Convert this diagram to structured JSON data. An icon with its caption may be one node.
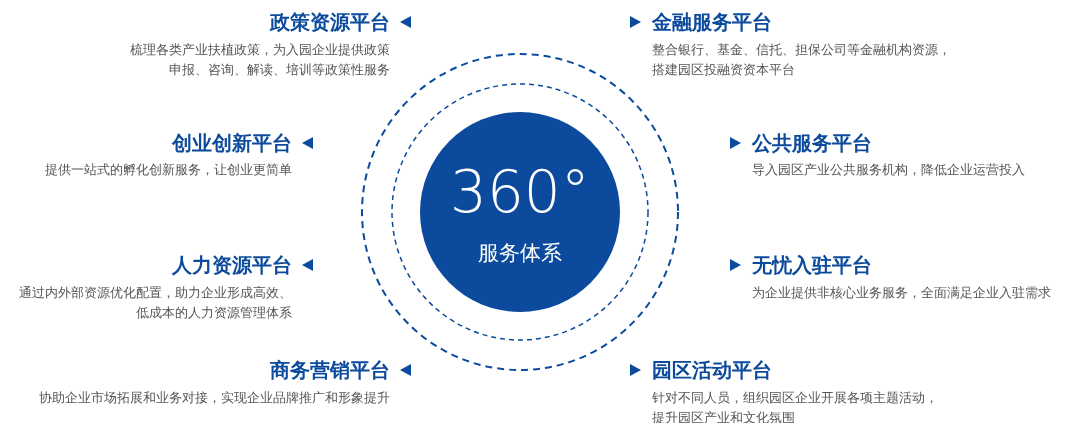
{
  "diagram": {
    "nodes": [
      {
        "text": [
          "360°",
          "服务体系"
        ]
      }
    ],
    "labels": [
      "政策资源平台",
      "梳理各类产业扶植政策，为入园企业提供政策申报、咨询、解读、培训等政策性服务",
      "金融服务平台",
      "整合银行、基金、信托、担保公司等金融机构资源，搭建园区投融资资本平台",
      "创业创新平台",
      "提供一站式的孵化创新服务，让创业更简单",
      "公共服务平台",
      "导入园区产业公共服务机构，降低企业运营投入",
      "人力资源平台",
      "通过内外部资源优化配置，助力企业形成高效、低成本的人力资源管理体系",
      "无忧入驻平台",
      "为企业提供非核心业务服务，全面满足企业入驻需求",
      "商务营销平台",
      "协助企业市场拓展和业务对接，实现企业品牌推广和形象提升",
      "园区活动平台",
      "针对不同人员，组织园区企业开展各项主题活动，提升园区产业和文化氛围"
    ]
  }
}
